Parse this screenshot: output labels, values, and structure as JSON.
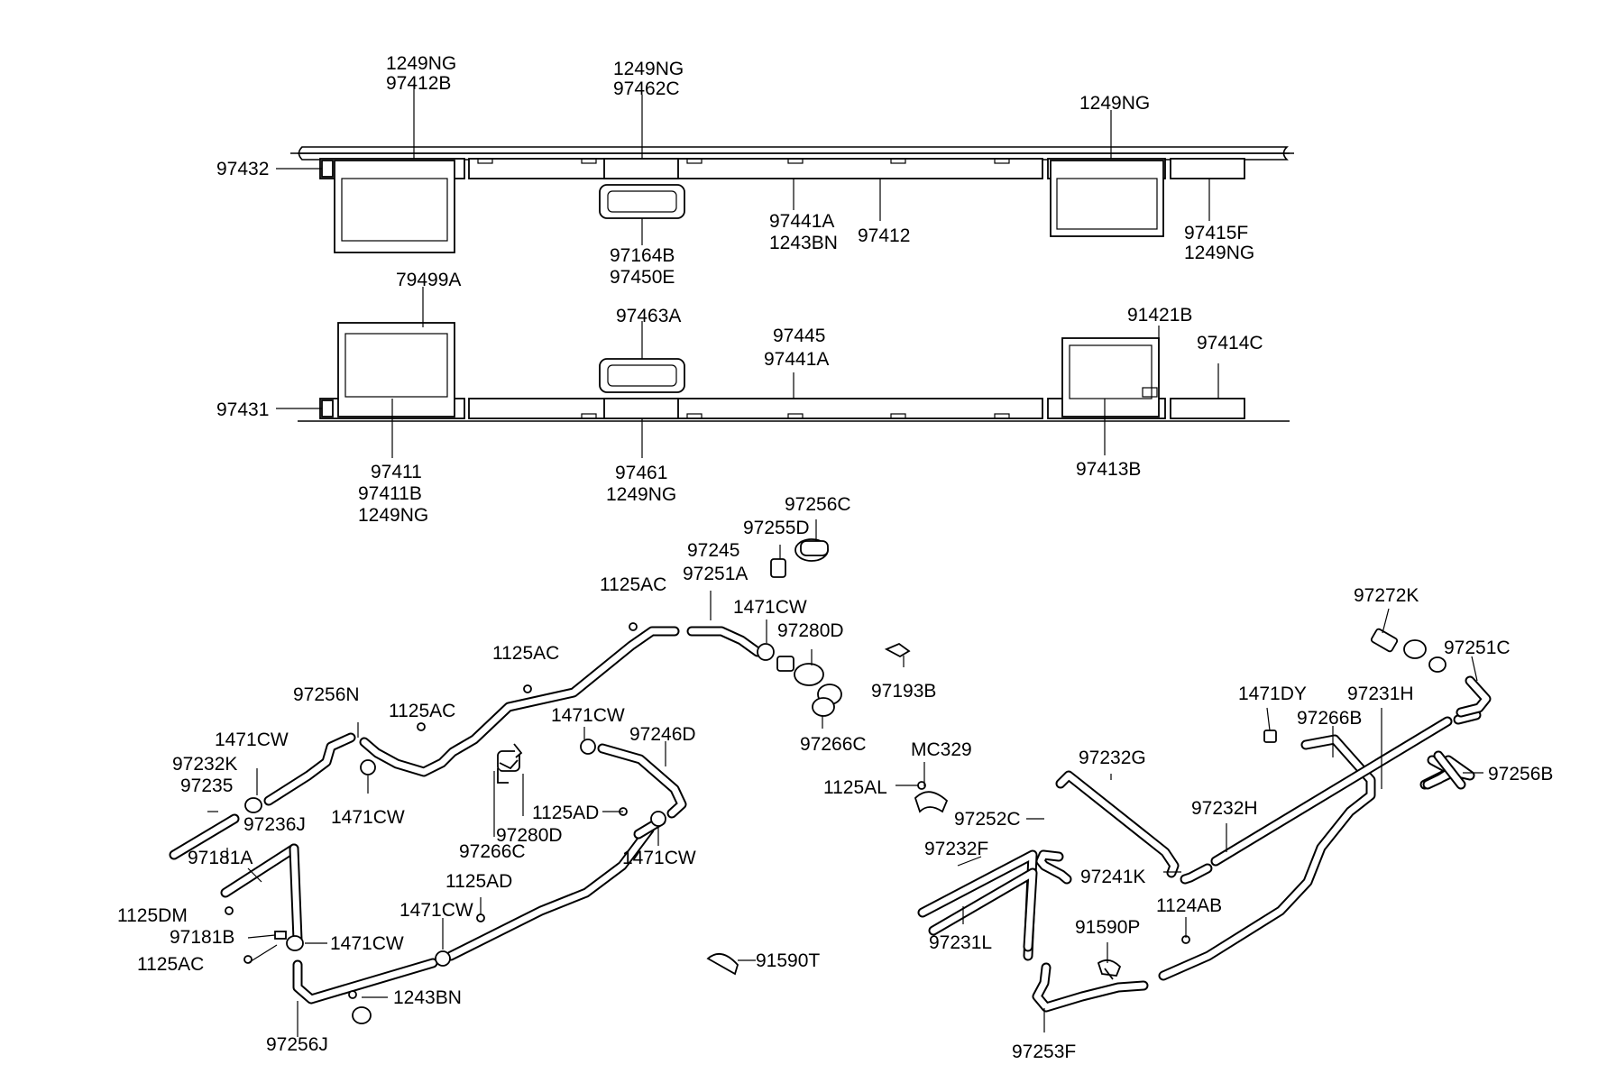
{
  "labels": {
    "a1249NG_97412B": [
      "1249NG",
      "97412B"
    ],
    "a1249NG_97462C": [
      "1249NG",
      "97462C"
    ],
    "a1249NG_right": [
      "1249NG"
    ],
    "a97432": [
      "97432"
    ],
    "a97164B_97450E": [
      "97164B",
      "97450E"
    ],
    "a97441A_1243BN": [
      "97441A",
      "1243BN"
    ],
    "a97412": [
      "97412"
    ],
    "a97415F_1249NG": [
      "97415F",
      "1249NG"
    ],
    "a79499A": [
      "79499A"
    ],
    "a97463A": [
      "97463A"
    ],
    "a97445_97441A": [
      "97445",
      "97441A"
    ],
    "a91421B": [
      "91421B"
    ],
    "a97414C": [
      "97414C"
    ],
    "a97431": [
      "97431"
    ],
    "a97411_set": [
      "97411",
      "97411B",
      "1249NG"
    ],
    "a97461_1249NG": [
      "97461",
      "1249NG"
    ],
    "a97413B": [
      "97413B"
    ],
    "a97256C": [
      "97256C"
    ],
    "a97255D": [
      "97255D"
    ],
    "a97245_97251A": [
      "97245",
      "97251A"
    ],
    "a1125AC_top": [
      "1125AC"
    ],
    "a1471CW_top": [
      "1471CW"
    ],
    "a97280D_top": [
      "97280D"
    ],
    "a97193B": [
      "97193B"
    ],
    "a1125AC_mid": [
      "1125AC"
    ],
    "a97266C_top": [
      "97266C"
    ],
    "a97256N": [
      "97256N"
    ],
    "a1125AC_left": [
      "1125AC"
    ],
    "a1471CW_mid": [
      "1471CW"
    ],
    "a97246D": [
      "97246D"
    ],
    "a1471CW_left": [
      "1471CW"
    ],
    "a97232K_97235": [
      "97232K",
      "97235"
    ],
    "a1471CW_lower": [
      "1471CW"
    ],
    "a97236J": [
      "97236J"
    ],
    "a97181A": [
      "97181A"
    ],
    "a1125AD_mid": [
      "1125AD"
    ],
    "a97280D_mid": [
      "97280D"
    ],
    "a97266C_mid": [
      "97266C"
    ],
    "a1471CW_right": [
      "1471CW"
    ],
    "a1125AD_low": [
      "1125AD"
    ],
    "a1125DM": [
      "1125DM"
    ],
    "a1471CW_bottom": [
      "1471CW"
    ],
    "a97181B": [
      "97181B"
    ],
    "a1471CW_clamp": [
      "1471CW"
    ],
    "a1125AC_bottom": [
      "1125AC"
    ],
    "a91590T": [
      "91590T"
    ],
    "a1243BN": [
      "1243BN"
    ],
    "a97256J": [
      "97256J"
    ],
    "aMC329": [
      "MC329"
    ],
    "a1125AL": [
      "1125AL"
    ],
    "a97272K": [
      "97272K"
    ],
    "a97251C": [
      "97251C"
    ],
    "a1471DY": [
      "1471DY"
    ],
    "a97231H": [
      "97231H"
    ],
    "a97266B": [
      "97266B"
    ],
    "a97256B": [
      "97256B"
    ],
    "a97232G": [
      "97232G"
    ],
    "a97252C": [
      "97252C"
    ],
    "a97232H": [
      "97232H"
    ],
    "a97232F": [
      "97232F"
    ],
    "a97241K": [
      "97241K"
    ],
    "a1124AB": [
      "1124AB"
    ],
    "a91590P": [
      "91590P"
    ],
    "a97231L": [
      "97231L"
    ],
    "a97253F": [
      "97253F"
    ]
  }
}
